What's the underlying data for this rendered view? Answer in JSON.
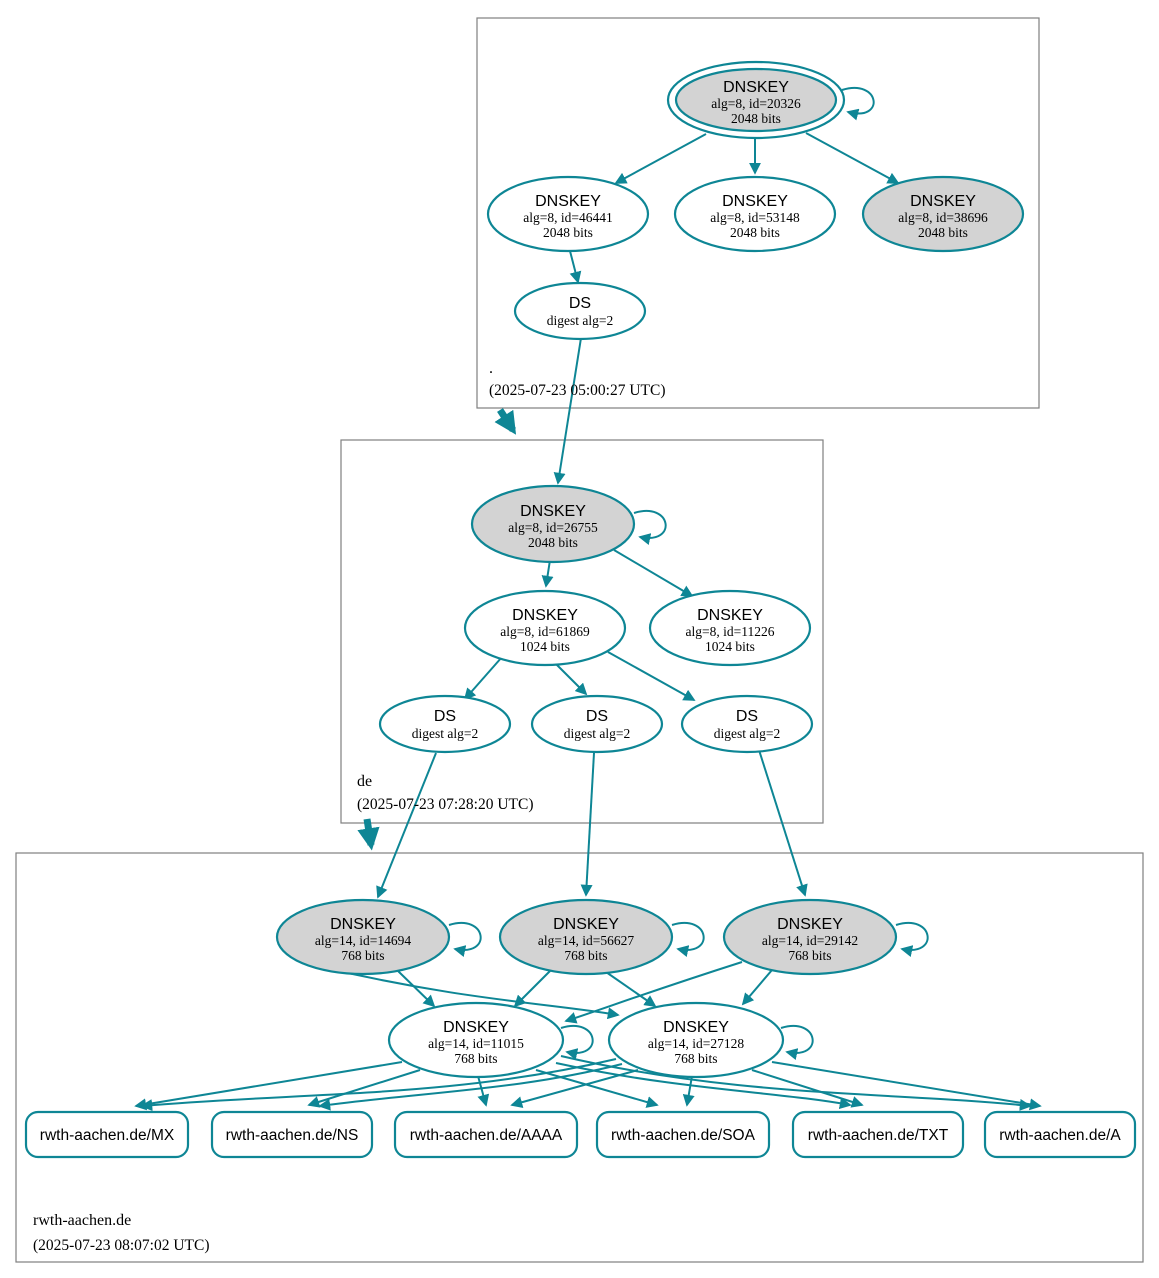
{
  "accent_color": "#0e8695",
  "node_gray_fill": "#d3d3d3",
  "box_border_color": "#7f7f7f",
  "zones": {
    "root": {
      "label": ".",
      "timestamp": "(2025-07-23 05:00:27 UTC)"
    },
    "de": {
      "label": "de",
      "timestamp": "(2025-07-23 07:28:20 UTC)"
    },
    "rwth": {
      "label": "rwth-aachen.de",
      "timestamp": "(2025-07-23 08:07:02 UTC)"
    }
  },
  "nodes": {
    "ksk_20326": {
      "title": "DNSKEY",
      "detail": "alg=8, id=20326",
      "bits": "2048 bits",
      "style": "trust-anchor gray"
    },
    "zsk_46441": {
      "title": "DNSKEY",
      "detail": "alg=8, id=46441",
      "bits": "2048 bits",
      "style": "white"
    },
    "zsk_53148": {
      "title": "DNSKEY",
      "detail": "alg=8, id=53148",
      "bits": "2048 bits",
      "style": "white"
    },
    "ksk_38696": {
      "title": "DNSKEY",
      "detail": "alg=8, id=38696",
      "bits": "2048 bits",
      "style": "gray"
    },
    "ds_root": {
      "title": "DS",
      "detail": "digest alg=2"
    },
    "ksk_26755": {
      "title": "DNSKEY",
      "detail": "alg=8, id=26755",
      "bits": "2048 bits",
      "style": "gray"
    },
    "zsk_61869": {
      "title": "DNSKEY",
      "detail": "alg=8, id=61869",
      "bits": "1024 bits",
      "style": "white"
    },
    "zsk_11226": {
      "title": "DNSKEY",
      "detail": "alg=8, id=11226",
      "bits": "1024 bits",
      "style": "white"
    },
    "ds_de_1": {
      "title": "DS",
      "detail": "digest alg=2"
    },
    "ds_de_2": {
      "title": "DS",
      "detail": "digest alg=2"
    },
    "ds_de_3": {
      "title": "DS",
      "detail": "digest alg=2"
    },
    "ksk_14694": {
      "title": "DNSKEY",
      "detail": "alg=14, id=14694",
      "bits": "768 bits",
      "style": "gray"
    },
    "ksk_56627": {
      "title": "DNSKEY",
      "detail": "alg=14, id=56627",
      "bits": "768 bits",
      "style": "gray"
    },
    "ksk_29142": {
      "title": "DNSKEY",
      "detail": "alg=14, id=29142",
      "bits": "768 bits",
      "style": "gray"
    },
    "zsk_11015": {
      "title": "DNSKEY",
      "detail": "alg=14, id=11015",
      "bits": "768 bits",
      "style": "white"
    },
    "zsk_27128": {
      "title": "DNSKEY",
      "detail": "alg=14, id=27128",
      "bits": "768 bits",
      "style": "white"
    },
    "rrset_mx": {
      "label": "rwth-aachen.de/MX"
    },
    "rrset_ns": {
      "label": "rwth-aachen.de/NS"
    },
    "rrset_aaaa": {
      "label": "rwth-aachen.de/AAAA"
    },
    "rrset_soa": {
      "label": "rwth-aachen.de/SOA"
    },
    "rrset_txt": {
      "label": "rwth-aachen.de/TXT"
    },
    "rrset_a": {
      "label": "rwth-aachen.de/A"
    }
  },
  "edges": [
    {
      "from": "ksk_20326",
      "to": "ksk_20326",
      "kind": "self-sign"
    },
    {
      "from": "ksk_20326",
      "to": "zsk_46441",
      "kind": "rrsig"
    },
    {
      "from": "ksk_20326",
      "to": "zsk_53148",
      "kind": "rrsig"
    },
    {
      "from": "ksk_20326",
      "to": "ksk_38696",
      "kind": "rrsig"
    },
    {
      "from": "zsk_46441",
      "to": "ds_root",
      "kind": "rrsig"
    },
    {
      "from": "ds_root",
      "to": "ksk_26755",
      "kind": "digest"
    },
    {
      "from": "zone_root",
      "to": "zone_de",
      "kind": "delegation"
    },
    {
      "from": "ksk_26755",
      "to": "ksk_26755",
      "kind": "self-sign"
    },
    {
      "from": "ksk_26755",
      "to": "zsk_61869",
      "kind": "rrsig"
    },
    {
      "from": "ksk_26755",
      "to": "zsk_11226",
      "kind": "rrsig"
    },
    {
      "from": "zsk_61869",
      "to": "ds_de_1",
      "kind": "rrsig"
    },
    {
      "from": "zsk_61869",
      "to": "ds_de_2",
      "kind": "rrsig"
    },
    {
      "from": "zsk_61869",
      "to": "ds_de_3",
      "kind": "rrsig"
    },
    {
      "from": "ds_de_1",
      "to": "ksk_14694",
      "kind": "digest"
    },
    {
      "from": "ds_de_2",
      "to": "ksk_56627",
      "kind": "digest"
    },
    {
      "from": "ds_de_3",
      "to": "ksk_29142",
      "kind": "digest"
    },
    {
      "from": "zone_de",
      "to": "zone_rwth",
      "kind": "delegation"
    },
    {
      "from": "ksk_14694",
      "to": "ksk_14694",
      "kind": "self-sign"
    },
    {
      "from": "ksk_56627",
      "to": "ksk_56627",
      "kind": "self-sign"
    },
    {
      "from": "ksk_29142",
      "to": "ksk_29142",
      "kind": "self-sign"
    },
    {
      "from": "zsk_11015",
      "to": "zsk_11015",
      "kind": "self-sign"
    },
    {
      "from": "zsk_27128",
      "to": "zsk_27128",
      "kind": "self-sign"
    },
    {
      "from": "ksk_14694",
      "to": "zsk_11015",
      "kind": "rrsig"
    },
    {
      "from": "ksk_14694",
      "to": "zsk_27128",
      "kind": "rrsig"
    },
    {
      "from": "ksk_56627",
      "to": "zsk_11015",
      "kind": "rrsig"
    },
    {
      "from": "ksk_56627",
      "to": "zsk_27128",
      "kind": "rrsig"
    },
    {
      "from": "ksk_29142",
      "to": "zsk_11015",
      "kind": "rrsig"
    },
    {
      "from": "ksk_29142",
      "to": "zsk_27128",
      "kind": "rrsig"
    },
    {
      "from": "zsk_11015",
      "to": "rrset_mx",
      "kind": "rrsig"
    },
    {
      "from": "zsk_11015",
      "to": "rrset_ns",
      "kind": "rrsig"
    },
    {
      "from": "zsk_11015",
      "to": "rrset_aaaa",
      "kind": "rrsig"
    },
    {
      "from": "zsk_11015",
      "to": "rrset_soa",
      "kind": "rrsig"
    },
    {
      "from": "zsk_11015",
      "to": "rrset_txt",
      "kind": "rrsig"
    },
    {
      "from": "zsk_11015",
      "to": "rrset_a",
      "kind": "rrsig"
    },
    {
      "from": "zsk_27128",
      "to": "rrset_mx",
      "kind": "rrsig"
    },
    {
      "from": "zsk_27128",
      "to": "rrset_ns",
      "kind": "rrsig"
    },
    {
      "from": "zsk_27128",
      "to": "rrset_aaaa",
      "kind": "rrsig"
    },
    {
      "from": "zsk_27128",
      "to": "rrset_soa",
      "kind": "rrsig"
    },
    {
      "from": "zsk_27128",
      "to": "rrset_txt",
      "kind": "rrsig"
    },
    {
      "from": "zsk_27128",
      "to": "rrset_a",
      "kind": "rrsig"
    }
  ]
}
